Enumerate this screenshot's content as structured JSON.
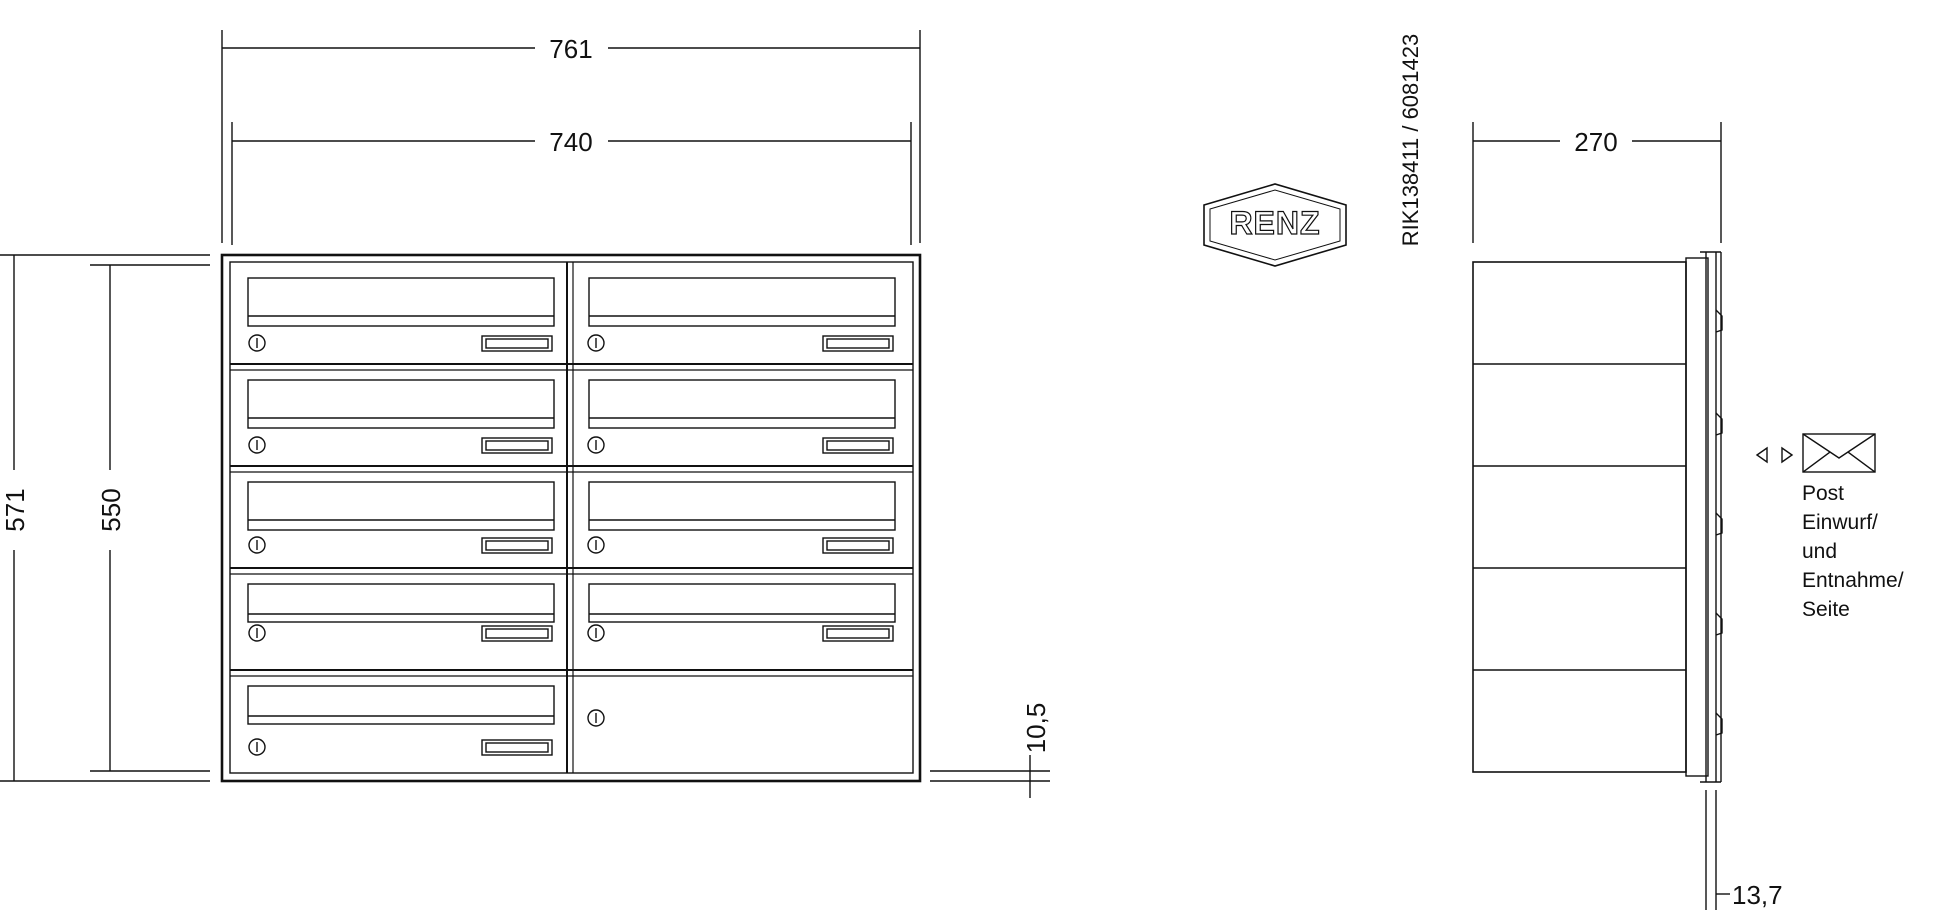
{
  "dimensions": {
    "total_width": "761",
    "inner_width": "740",
    "total_height": "571",
    "inner_height": "550",
    "bottom_offset": "10,5",
    "depth": "270",
    "side_offset": "13,7"
  },
  "article_number": "RIK138411 / 6081423",
  "brand_logo": "RENZ",
  "legend": {
    "lines": [
      "Post",
      "Einwurf/",
      "und",
      "Entnahme/",
      "Seite"
    ]
  },
  "front_view": {
    "rows": 5,
    "columns": 2,
    "mailbox_count": 9,
    "blank_panel": "bottom-right"
  },
  "side_view": {
    "segments": 5
  }
}
